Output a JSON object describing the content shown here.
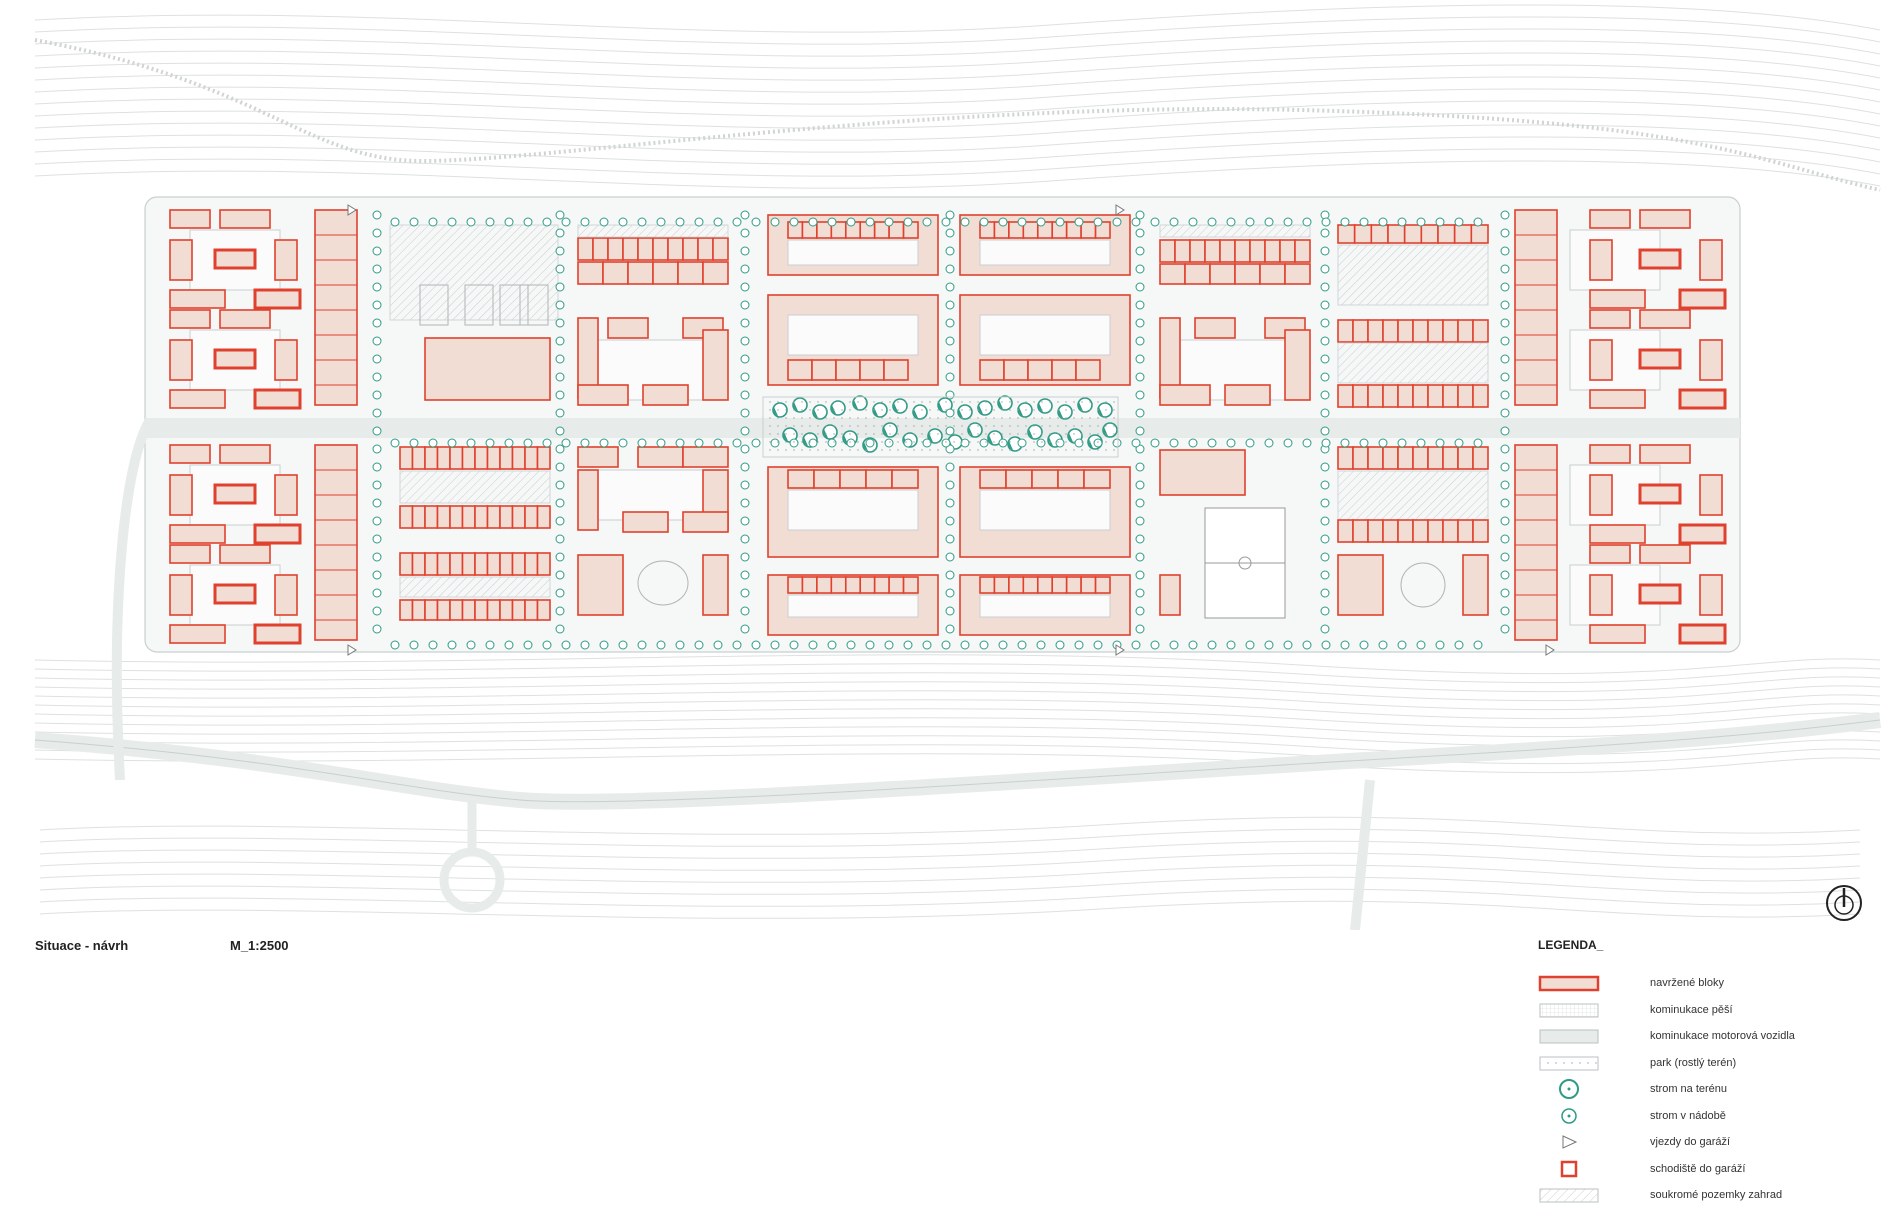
{
  "drawing": {
    "title": "Situace - návrh",
    "scale": "M_1:2500"
  },
  "legend": {
    "title": "LEGENDA_",
    "items": [
      {
        "label": "navržené bloky",
        "icon": "block-swatch"
      },
      {
        "label": "kominukace pěší",
        "icon": "pedestrian-swatch"
      },
      {
        "label": "kominukace motorová vozidla",
        "icon": "road-swatch"
      },
      {
        "label": "park (rostlý terén)",
        "icon": "park-swatch"
      },
      {
        "label": "strom na terénu",
        "icon": "ground-tree-icon"
      },
      {
        "label": "strom v nádobě",
        "icon": "potted-tree-icon"
      },
      {
        "label": "vjezdy do garáží",
        "icon": "garage-entrance-icon"
      },
      {
        "label": "schodiště do garáží",
        "icon": "garage-stair-icon"
      },
      {
        "label": "soukromé pozemky zahrad",
        "icon": "private-garden-swatch"
      }
    ]
  },
  "colors": {
    "block_fill": "#f2ddd5",
    "block_stroke": "#e0412e",
    "road": "#e7ebea",
    "pedestrian": "#f0f2f1",
    "tree": "#2f9b85",
    "contour": "#d8dcdc",
    "garden_hatch": "#c9cfcf"
  }
}
